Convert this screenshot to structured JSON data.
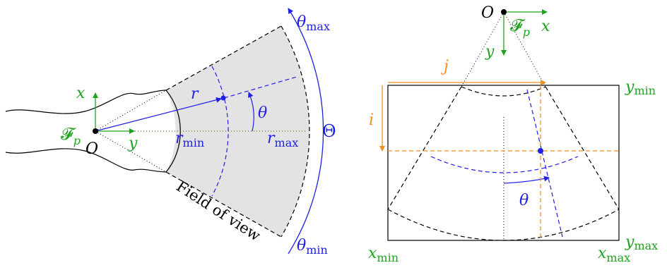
{
  "colors": {
    "black": "#000000",
    "blue": "#1f1fe6",
    "green": "#1fa31f",
    "orange": "#f28e1c",
    "shade": "#e3e3e3"
  },
  "left": {
    "origin_label": "O",
    "frame_label": "𝓕",
    "frame_subscript": "p",
    "x_axis_label": "x",
    "y_axis_label": "y",
    "r_label": "r",
    "theta_label": "θ",
    "r_min_label": "r",
    "r_min_subscript": "min",
    "r_max_label": "r",
    "r_max_subscript": "max",
    "theta_max_label": "θ",
    "theta_max_subscript": "max",
    "theta_min_label": "θ",
    "theta_min_subscript": "min",
    "Theta_label": "Θ",
    "fov_label": "Field of view"
  },
  "right": {
    "origin_label": "O",
    "frame_label": "𝓕",
    "frame_subscript": "p",
    "x_axis_label": "x",
    "y_axis_label": "y",
    "j_label": "j",
    "i_label": "i",
    "theta_label": "θ",
    "y_min_label": "y",
    "y_min_subscript": "min",
    "y_max_label": "y",
    "y_max_subscript": "max",
    "x_min_label": "x",
    "x_min_subscript": "min",
    "x_max_label": "x",
    "x_max_subscript": "max"
  }
}
